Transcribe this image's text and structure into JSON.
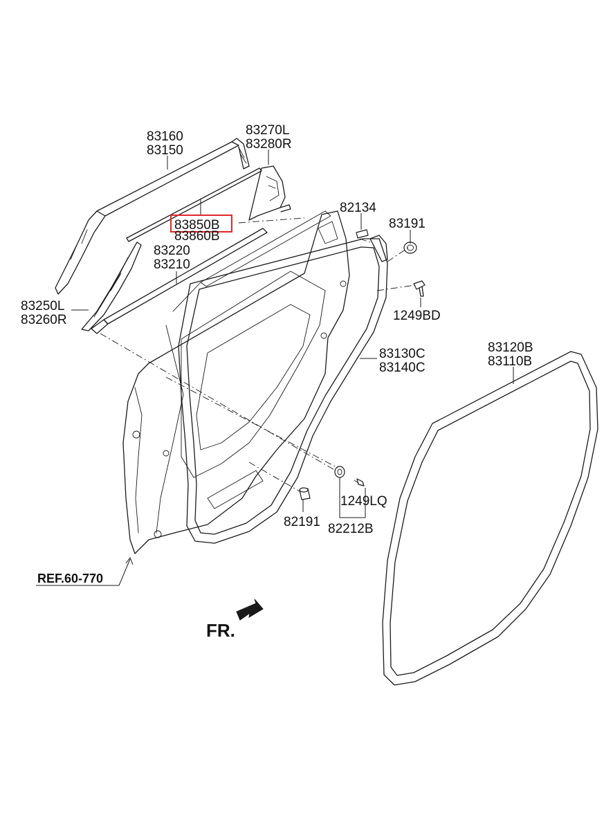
{
  "labels": {
    "p83160": "83160",
    "p83150": "83150",
    "p83270L": "83270L",
    "p83280R": "83280R",
    "p82134": "82134",
    "p83191": "83191",
    "p83850B": "83850B",
    "p83860B": "83860B",
    "p83220": "83220",
    "p83210": "83210",
    "p83250L": "83250L",
    "p83260R": "83260R",
    "p1249BD": "1249BD",
    "p83130C": "83130C",
    "p83140C": "83140C",
    "p83120B": "83120B",
    "p83110B": "83110B",
    "p1249LQ": "1249LQ",
    "p82191": "82191",
    "p82212B": "82212B",
    "ref": "REF.60-770",
    "front": "FR."
  },
  "highlight": {
    "part": "83850B",
    "color": "#e0262a"
  }
}
